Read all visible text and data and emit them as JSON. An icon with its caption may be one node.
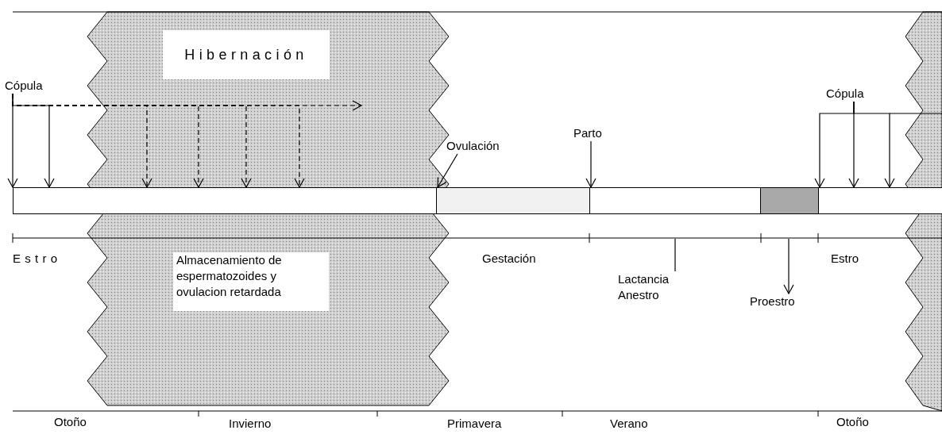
{
  "diagram": {
    "nodes": [
      {
        "text": [
          "Cópula"
        ]
      },
      {
        "text": [],
        "shape": "bar"
      },
      {
        "text": [
          "Ovulación"
        ]
      },
      {
        "text": [],
        "shape": "bar"
      },
      {
        "text": [
          "Parto"
        ]
      },
      {
        "text": [],
        "shape": "bar"
      },
      {
        "text": [],
        "shape": "bar"
      },
      {
        "text": [],
        "shape": "bar"
      },
      {
        "text": [
          "Cópula"
        ]
      },
      {
        "text": [
          "Proestro"
        ]
      },
      {
        "text": [
          "Hibernación"
        ]
      },
      {
        "text": [
          "Almacenamiento de espermatozoides y ovulacion retardada"
        ]
      },
      {
        "text": [
          "Lactancia Anestro"
        ]
      }
    ],
    "edges": [
      {
        "from": 0,
        "to": 1,
        "arrow": "to"
      },
      {
        "from": 0,
        "to": 1,
        "arrow": "to"
      },
      {
        "from": 0,
        "to": 1,
        "arrow": "to",
        "style": "dashed"
      },
      {
        "from": 0,
        "to": 1,
        "arrow": "to",
        "style": "dashed"
      },
      {
        "from": 0,
        "to": 1,
        "arrow": "to",
        "style": "dashed"
      },
      {
        "from": 0,
        "to": 1,
        "arrow": "to",
        "style": "dashed"
      },
      {
        "from": 0,
        "to": null,
        "arrow": "to",
        "style": "dashed"
      },
      {
        "from": 2,
        "to": 3,
        "arrow": "to"
      },
      {
        "from": 4,
        "to": 5,
        "arrow": "to"
      },
      {
        "from": 8,
        "to": 7,
        "arrow": "to"
      },
      {
        "from": 8,
        "to": 7,
        "arrow": "to"
      },
      {
        "from": 8,
        "to": 7,
        "arrow": "to"
      },
      {
        "from": null,
        "to": 9,
        "arrow": "to"
      },
      {
        "from": null,
        "to": 12,
        "arrow": "none"
      }
    ],
    "labels": [
      "Estro",
      "Gestación",
      "Estro",
      "Otoño",
      "Invierno",
      "Primavera",
      "Verano",
      "Otoño"
    ]
  }
}
